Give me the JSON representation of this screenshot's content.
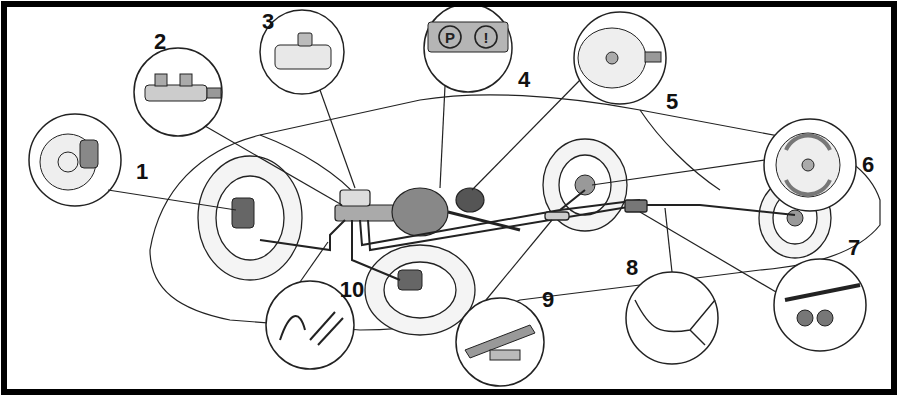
{
  "diagram": {
    "labels": [
      "1",
      "2",
      "3",
      "4",
      "P",
      "!",
      "5",
      "6",
      "7",
      "8",
      "9",
      "10"
    ]
  }
}
